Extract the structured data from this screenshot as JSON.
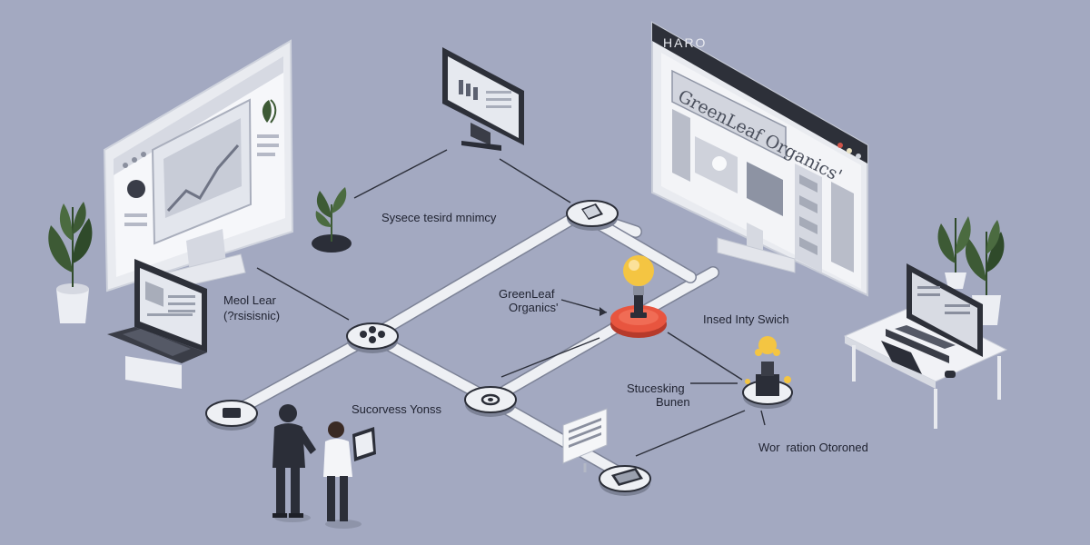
{
  "colors": {
    "background": "#a3a9c1",
    "accent_node": "#e8553f",
    "bulb": "#f4c542",
    "plant": "#3d5a35",
    "dark": "#2b2e38"
  },
  "labels": {
    "top_center": "Sysece tesird mnimcy",
    "left_top": "Meol Lear",
    "left_bottom": "(?rsisisnic)",
    "center_top": "GreenLeaf",
    "center_bottom": "Organics'",
    "right_top": "Insed Inty Swich",
    "mid_right_top": "Stucesking",
    "mid_right_bottom": "Bunen",
    "bottom_center": "Sucorvess Yonss",
    "bottom_right": "Wor   ​ ration Otoroned"
  },
  "right_window": {
    "title": "HARO",
    "banner": "GreenLeaf Organics'"
  },
  "icons": [
    "desktop-monitor-icon",
    "laptop-icon",
    "plant-icon",
    "lightbulb-icon",
    "person-icon",
    "tablet-icon",
    "document-icon",
    "network-node-icon"
  ]
}
